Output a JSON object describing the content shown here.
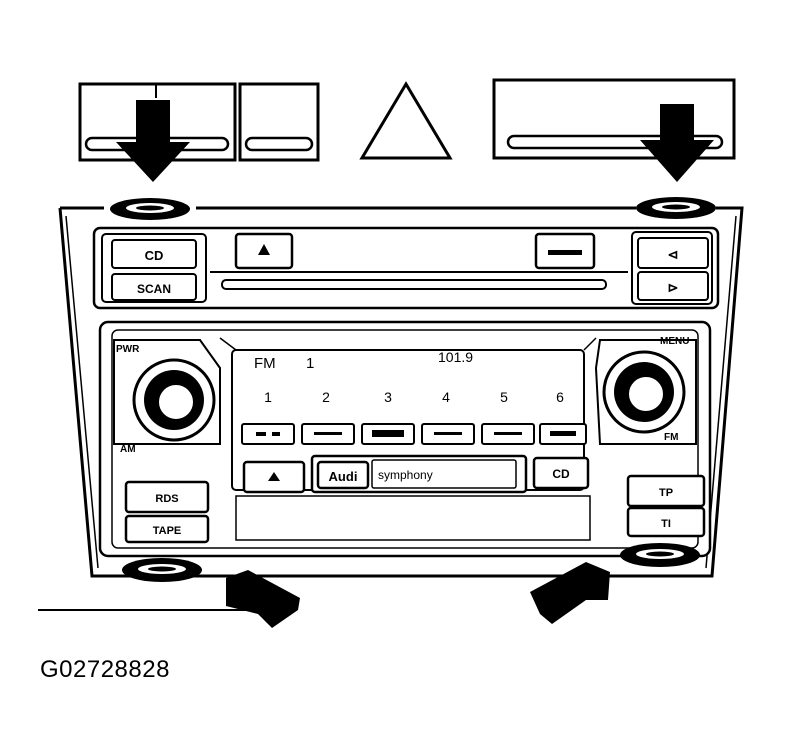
{
  "figure_id": "G02728828",
  "panel": {
    "top_left_buttons": [
      "CD",
      "SCAN"
    ],
    "top_right_buttons": [
      "⊲",
      "⊳"
    ],
    "left_knob_labels": [
      "PWR",
      "AM"
    ],
    "right_knob_labels": [
      "MENU",
      "FM"
    ],
    "display": {
      "band": "FM",
      "band_number": "1",
      "frequency": "101.9",
      "presets": [
        "1",
        "2",
        "3",
        "4",
        "5",
        "6"
      ]
    },
    "source_button": "Audi",
    "source_text": "symphony",
    "lower_left_buttons": [
      "RDS",
      "TAPE"
    ],
    "lower_right_buttons": [
      "TP",
      "TI"
    ],
    "cd_button": "CD"
  },
  "colors": {
    "ink": "#000000",
    "paper": "#ffffff"
  }
}
